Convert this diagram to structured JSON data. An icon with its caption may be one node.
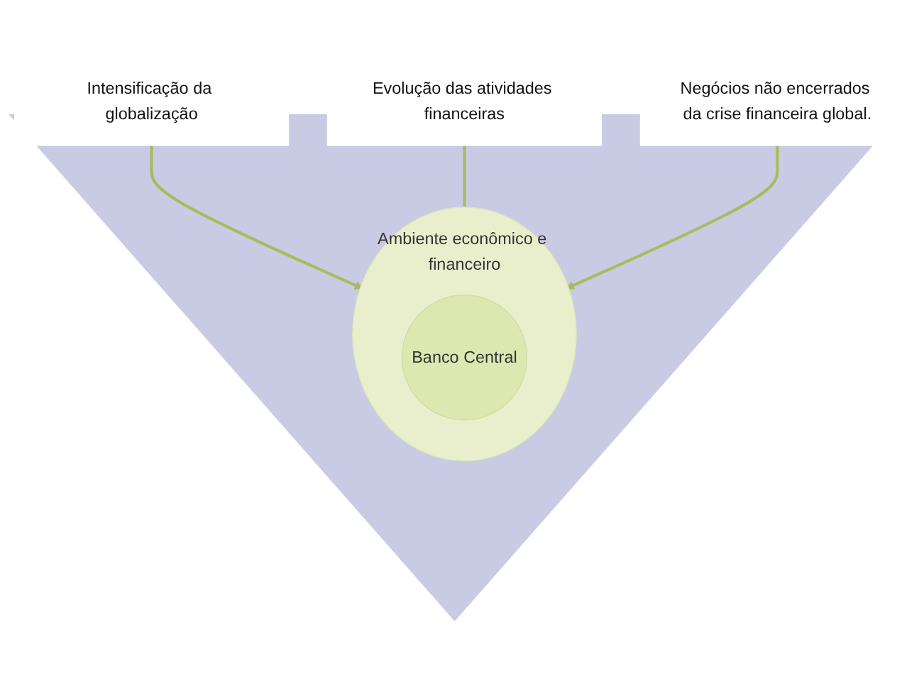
{
  "diagram": {
    "nodes": [
      {
        "text": [],
        "shape": "triangle"
      },
      {
        "text": [
          "Intensificação da globalização"
        ]
      },
      {
        "text": [
          "Ambiente econômico e financeiro"
        ],
        "in": 0
      },
      {
        "text": [
          "Banco Central"
        ],
        "in": 2
      },
      {
        "text": [
          "Evolução das atividades financeiras"
        ]
      },
      {
        "text": [
          "Negócios não encerrados da crise financeira global."
        ]
      }
    ],
    "edges": [
      {
        "from": 1,
        "to": 2,
        "arrow": "to"
      },
      {
        "from": 4,
        "to": 2,
        "arrow": "to"
      },
      {
        "from": 5,
        "to": 2,
        "arrow": "to"
      }
    ]
  }
}
